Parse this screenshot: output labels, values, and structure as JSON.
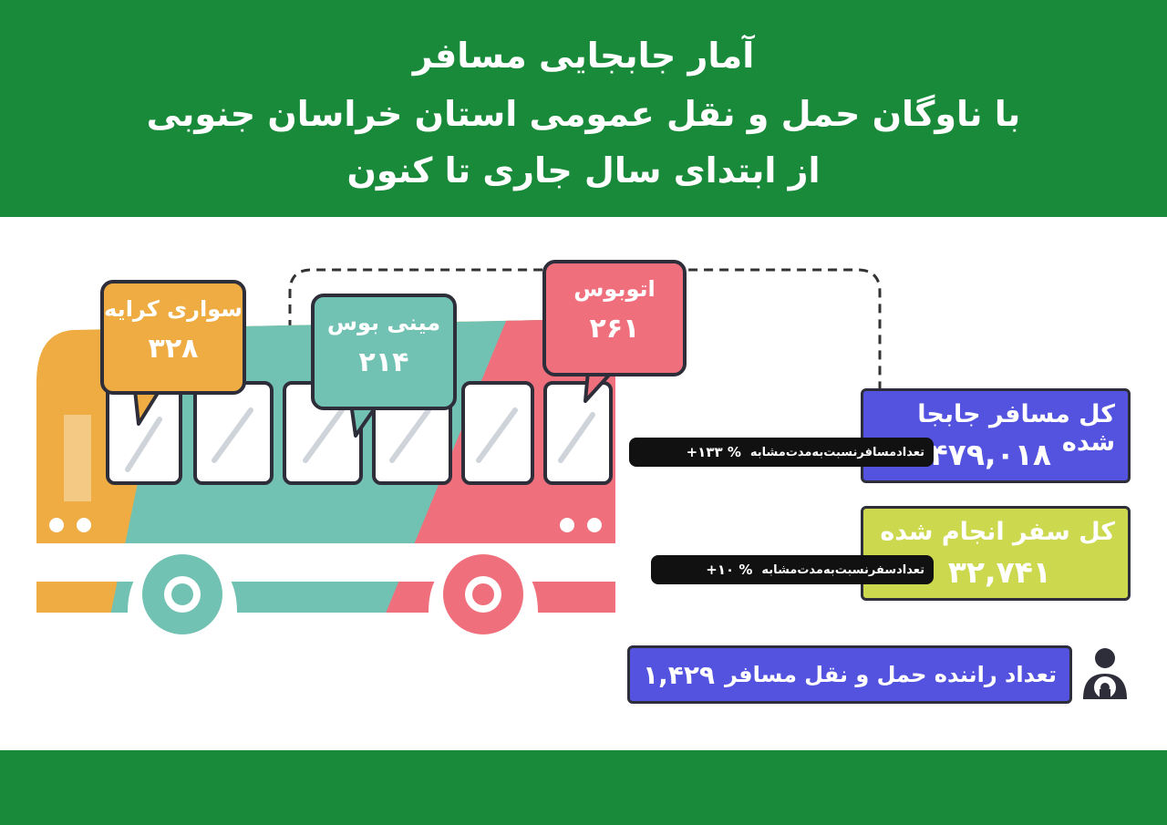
{
  "header": {
    "line1": "آمار جابجایی مسافر",
    "line2": "با ناوگان حمل و نقل عمومی استان خراسان جنوبی",
    "line3": "از ابتدای سال جاری تا کنون"
  },
  "vehicles": [
    {
      "label": "سواری کرایه",
      "value": "۳۲۸"
    },
    {
      "label": "مینی بوس",
      "value": "۲۱۴"
    },
    {
      "label": "اتوبوس",
      "value": "۲۶۱"
    }
  ],
  "stats": {
    "passengers": {
      "title": "کل مسافر جابجا شده",
      "value": "۴۷۹,۰۱۸",
      "compare_label": "تعدادمسافرنسبت‌به‌مدت‌مشابه",
      "compare_value": "+۱۳۳ %"
    },
    "trips": {
      "title": "کل سفر انجام شده",
      "value": "۳۲,۷۴۱",
      "compare_label": "تعدادسفرنسبت‌به‌مدت‌مشابه",
      "compare_value": "+۱۰ %"
    },
    "drivers": {
      "title": "تعداد راننده حمل و نقل مسافر",
      "value": "۱,۴۲۹"
    }
  },
  "colors": {
    "header_green": "#198a3a",
    "taxi_orange": "#eeac43",
    "minibus_teal": "#72c2b4",
    "bus_pink": "#ef707c",
    "card_purple": "#5353e0",
    "card_lime": "#ccd84e"
  },
  "icons": [
    "driver-icon"
  ]
}
